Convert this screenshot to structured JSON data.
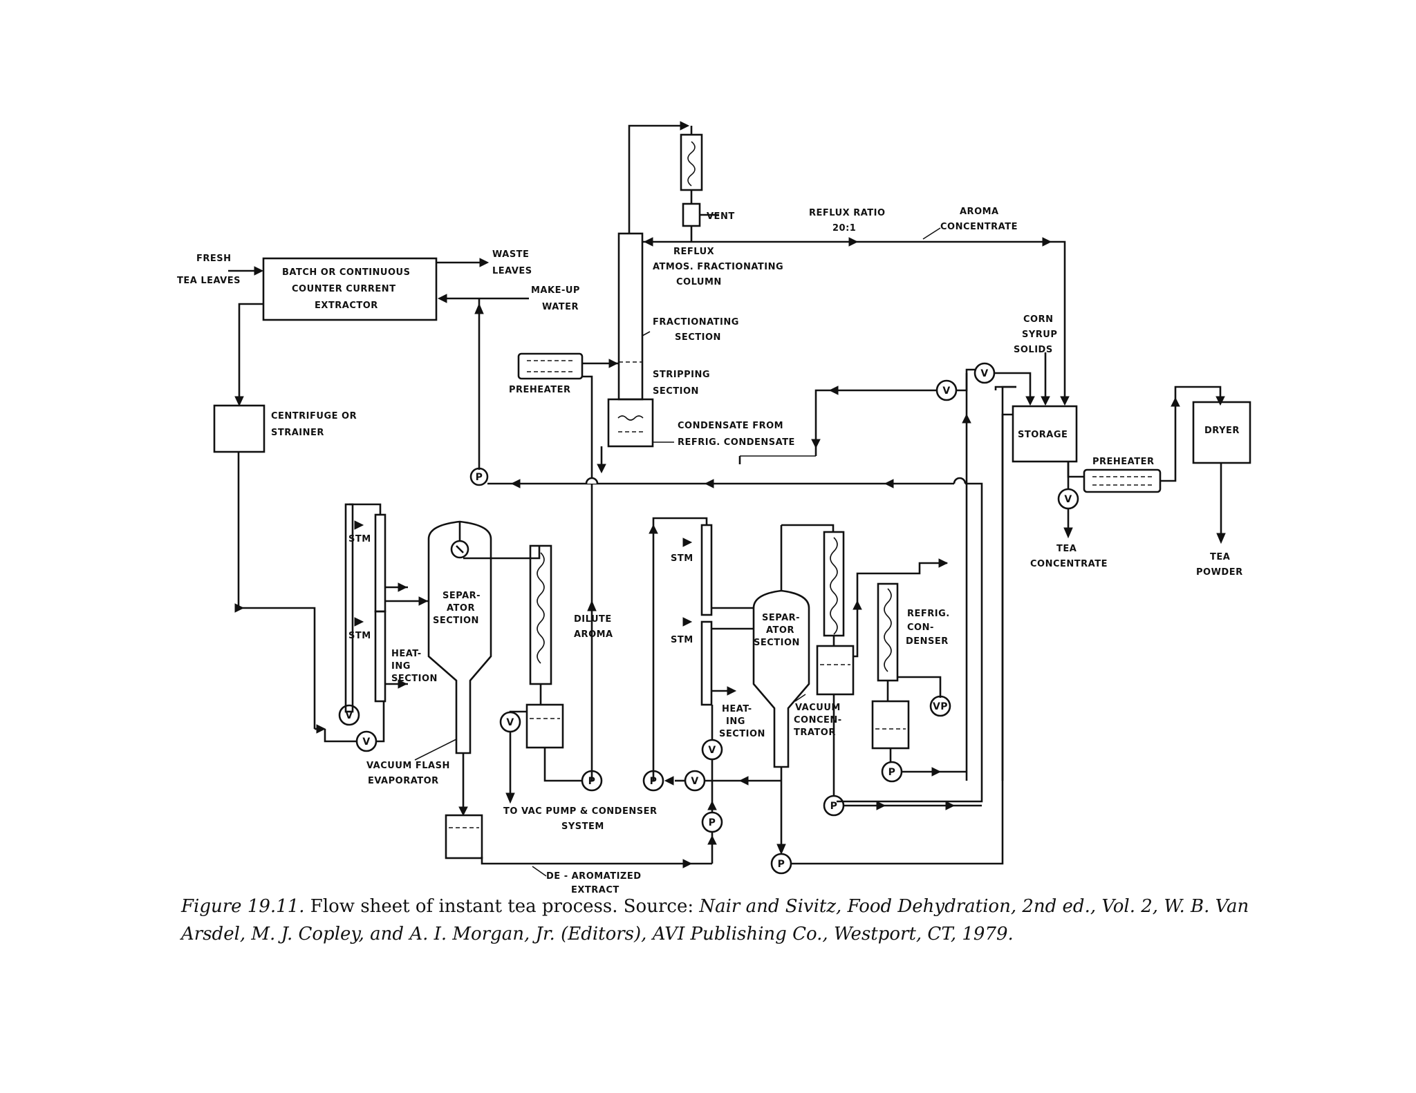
{
  "labels": {
    "fresh": "FRESH",
    "tea_leaves": "TEA LEAVES",
    "extractor_1": "BATCH OR CONTINUOUS",
    "extractor_2": "COUNTER CURRENT",
    "extractor_3": "EXTRACTOR",
    "waste_1": "WASTE",
    "waste_2": "LEAVES",
    "makeup_1": "MAKE-UP",
    "makeup_2": "WATER",
    "centrifuge_1": "CENTRIFUGE OR",
    "centrifuge_2": "STRAINER",
    "vent": "VENT",
    "reflux": "REFLUX",
    "reflux_ratio_1": "REFLUX RATIO",
    "reflux_ratio_2": "20:1",
    "aroma_conc_1": "AROMA",
    "aroma_conc_2": "CONCENTRATE",
    "column_1": "ATMOS. FRACTIONATING",
    "column_2": "COLUMN",
    "fractionating_1": "FRACTIONATING",
    "fractionating_2": "SECTION",
    "stripping_1": "STRIPPING",
    "stripping_2": "SECTION",
    "preheater": "PREHEATER",
    "condensate_1": "CONDENSATE FROM",
    "condensate_2": "REFRIG. CONDENSATE",
    "corn_1": "CORN",
    "corn_2": "SYRUP",
    "corn_3": "SOLIDS",
    "storage": "STORAGE",
    "preheater_2": "PREHEATER",
    "dryer": "DRYER",
    "tea_conc_1": "TEA",
    "tea_conc_2": "CONCENTRATE",
    "tea_powder_1": "TEA",
    "tea_powder_2": "POWDER",
    "stm": "STM",
    "separator_1a": "SEPAR-",
    "separator_1b": "ATOR",
    "separator_1c": "SECTION",
    "heating_1a": "HEAT-",
    "heating_1b": "ING",
    "heating_1c": "SECTION",
    "dilute_1": "DILUTE",
    "dilute_2": "AROMA",
    "vacuum_flash_1": "VACUUM FLASH",
    "vacuum_flash_2": "EVAPORATOR",
    "vac_pump_1": "TO VAC PUMP & CONDENSER",
    "vac_pump_2": "SYSTEM",
    "separator_2a": "SEPAR-",
    "separator_2b": "ATOR",
    "separator_2c": "SECTION",
    "heating_2a": "HEAT-",
    "heating_2b": "ING",
    "heating_2c": "SECTION",
    "vac_conc_1": "VACUUM",
    "vac_conc_2": "CONCEN-",
    "vac_conc_3": "TRATOR",
    "refrig_1": "REFRIG.",
    "refrig_2": "CON-",
    "refrig_3": "DENSER",
    "dearom_1": "DE - AROMATIZED",
    "dearom_2": "EXTRACT",
    "valve": "V",
    "pump": "P",
    "vacuum_pump": "VP"
  },
  "caption": {
    "figure": "Figure 19.11.",
    "text_1": " Flow sheet of instant tea process. Source: ",
    "source": "Nair and Sivitz, Food Dehydration, 2nd ed., Vol. 2, W. B. Van Arsdel, M. J. Copley, and A. I. Morgan, Jr. (Editors), AVI Publishing Co., Westport, CT, 1979."
  }
}
